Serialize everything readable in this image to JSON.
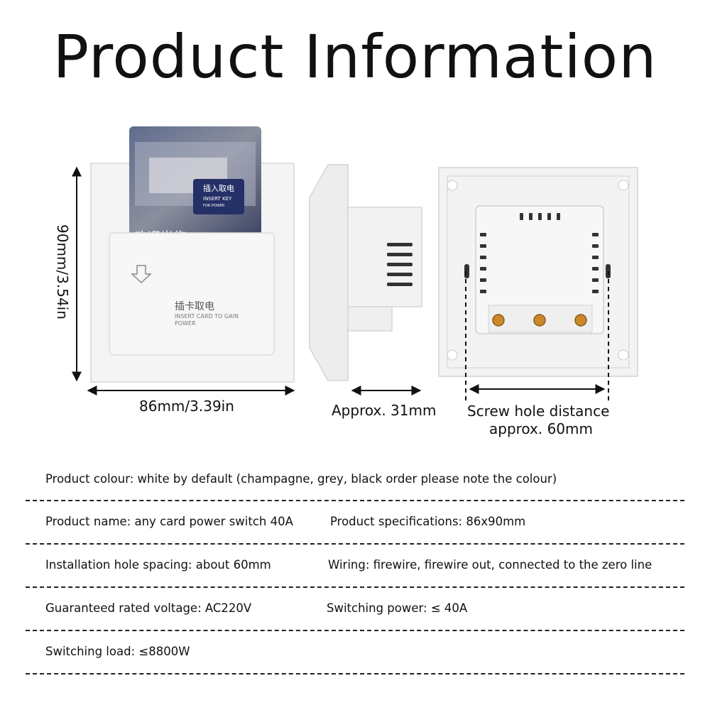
{
  "header": {
    "title": "Product Information"
  },
  "card": {
    "cn_label": "插入取电",
    "en_label_1": "INSERT KEY",
    "en_label_2": "FOR POWER",
    "welcome": "欢迎光临"
  },
  "switch_front": {
    "cn_label": "插卡取电",
    "en_label_1": "INSERT CARD TO GAIN",
    "en_label_2": "POWER"
  },
  "dimensions": {
    "height": "90mm/3.54in",
    "width": "86mm/3.39in",
    "depth": "Approx. 31mm",
    "screw_line1": "Screw hole distance",
    "screw_line2": "approx. 60mm"
  },
  "specs": {
    "colour": "Product colour: white by default (champagne, grey, black order please note the colour)",
    "name": "Product name: any card power switch 40A",
    "size": "Product specifications: 86x90mm",
    "hole": "Installation hole spacing: about 60mm",
    "wiring": "Wiring: firewire, firewire out, connected to the zero line",
    "voltage": "Guaranteed rated voltage: AC220V",
    "power": "Switching power: ≤ 40A",
    "load": "Switching load: ≤8800W"
  },
  "colors": {
    "plate": "#f4f4f4",
    "plate_edge": "#d8d8d8",
    "card_dark": "#2a3566",
    "terminal": "#c9892a"
  }
}
